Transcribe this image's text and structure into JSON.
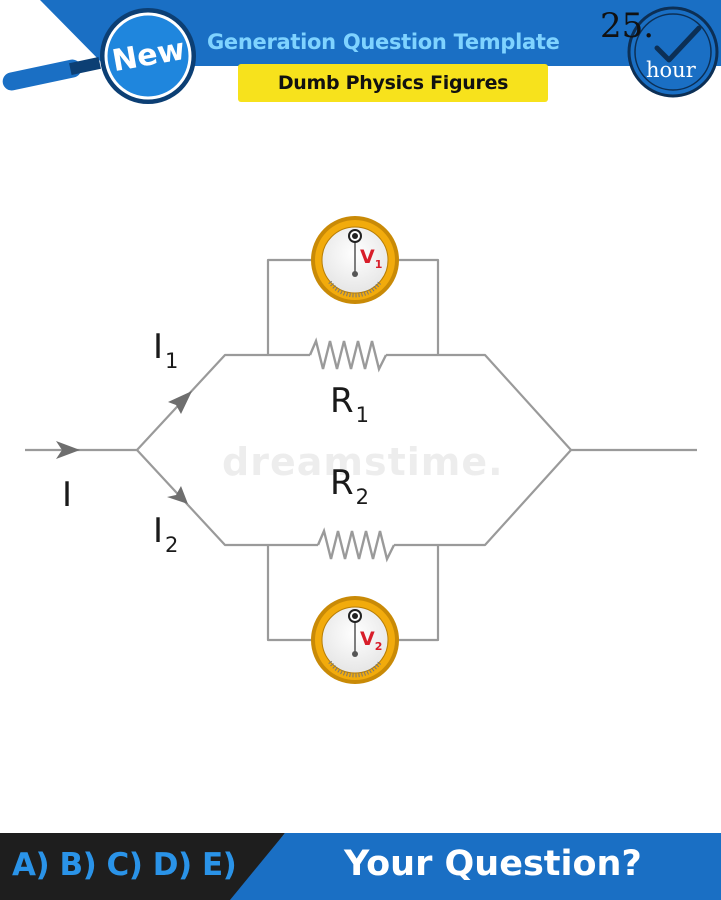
{
  "header": {
    "badge_text": "New",
    "title": "Generation Question Template",
    "subtitle": "Dumb Physics Figures",
    "clock_number": "25.",
    "clock_unit": "hour",
    "colors": {
      "band": "#1a6fc4",
      "title": "#7fd3ff",
      "subtitle_bg": "#f7e21c"
    }
  },
  "diagram": {
    "labels": {
      "total_current": "I",
      "current_1": {
        "main": "I",
        "sub": "1"
      },
      "current_2": {
        "main": "I",
        "sub": "2"
      },
      "resistor_1": {
        "main": "R",
        "sub": "1"
      },
      "resistor_2": {
        "main": "R",
        "sub": "2"
      },
      "voltmeter_1": {
        "main": "V",
        "sub": "1"
      },
      "voltmeter_2": {
        "main": "V",
        "sub": "2"
      }
    },
    "watermark": "dreamstime.",
    "colors": {
      "wire": "#9a9a9a",
      "arrow": "#6e6e6e",
      "meter_ring": "#f2ab0c",
      "meter_label": "#d81e2a"
    }
  },
  "footer": {
    "answers": "A) B) C) D) E)",
    "question": "Your Question?",
    "colors": {
      "left": "#1e1e1e",
      "right": "#1a6fc4",
      "answers": "#2a93e8"
    }
  }
}
